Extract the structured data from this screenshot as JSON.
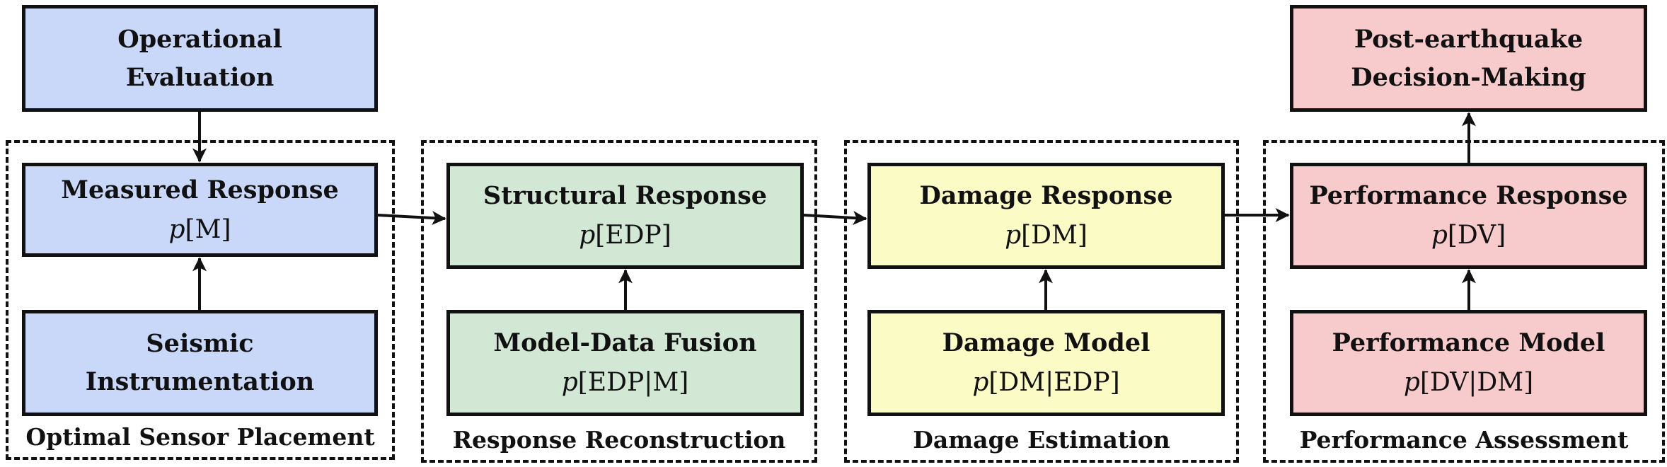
{
  "top_boxes": {
    "operational": [
      "Operational",
      "Evaluation"
    ],
    "decision": [
      "Post-earthquake",
      "Decision-Making"
    ]
  },
  "groups": [
    {
      "label": "Optimal Sensor Placement",
      "upper": {
        "title": "Measured Response",
        "var": "p",
        "args": "[M]"
      },
      "lower": {
        "lines": [
          "Seismic",
          "Instrumentation"
        ]
      }
    },
    {
      "label": "Response Reconstruction",
      "upper": {
        "title": "Structural Response",
        "var": "p",
        "args": "[EDP]"
      },
      "lower": {
        "title": "Model-Data Fusion",
        "var": "p",
        "args": "[EDP|M]"
      }
    },
    {
      "label": "Damage Estimation",
      "upper": {
        "title": "Damage Response",
        "var": "p",
        "args": "[DM]"
      },
      "lower": {
        "title": "Damage Model",
        "var": "p",
        "args": "[DM|EDP]"
      }
    },
    {
      "label": "Performance Assessment",
      "upper": {
        "title": "Performance Response",
        "var": "p",
        "args": "[DV]"
      },
      "lower": {
        "title": "Performance Model",
        "var": "p",
        "args": "[DV|DM]"
      }
    }
  ],
  "colors": {
    "sensing": "#c9d7f8",
    "reconstruction": "#d2e8d5",
    "damage": "#fbfbc5",
    "performance": "#f7cbcb"
  }
}
